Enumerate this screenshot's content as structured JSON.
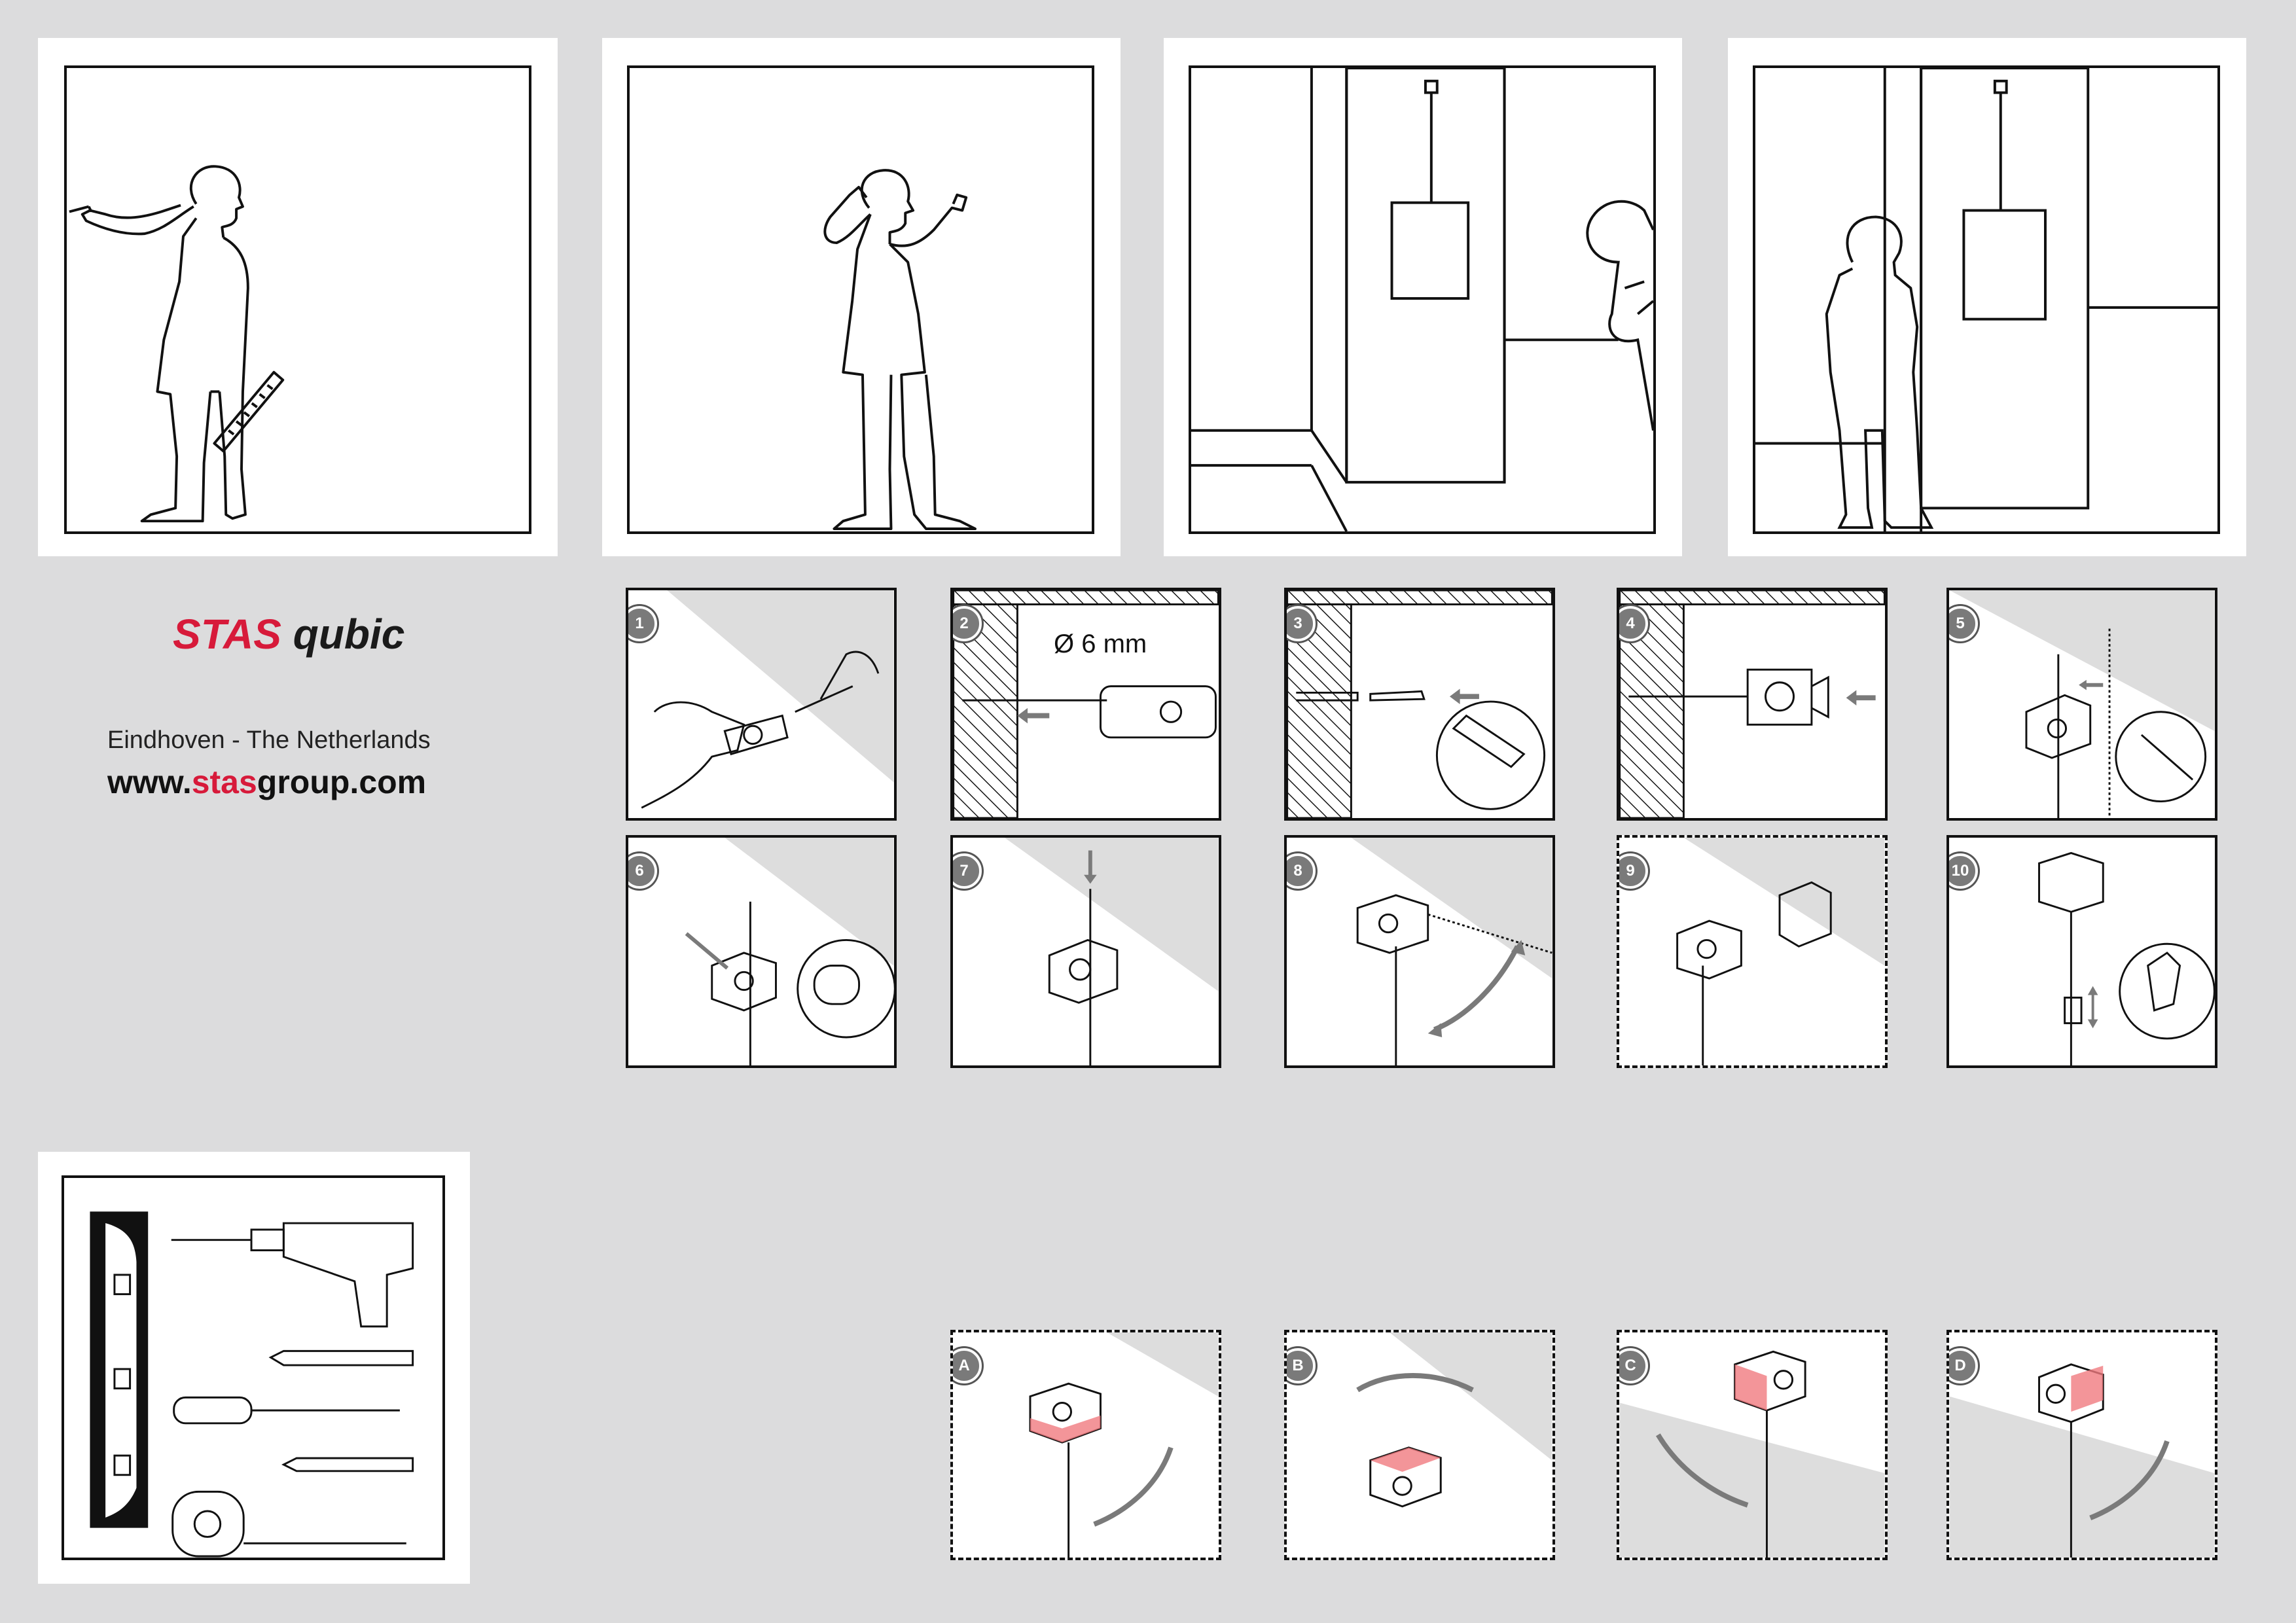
{
  "brand": {
    "name_part1": "STAS",
    "name_part2": "qubic"
  },
  "address": "Eindhoven - The Netherlands",
  "website": {
    "prefix": "www.",
    "highlight": "stas",
    "suffix": "group.com"
  },
  "steps": [
    {
      "label": "1"
    },
    {
      "label": "2"
    },
    {
      "label": "3"
    },
    {
      "label": "4"
    },
    {
      "label": "5"
    },
    {
      "label": "6"
    },
    {
      "label": "7"
    },
    {
      "label": "8"
    },
    {
      "label": "9"
    },
    {
      "label": "10"
    }
  ],
  "step2_note": "Ø 6 mm",
  "variants": [
    {
      "label": "A"
    },
    {
      "label": "B"
    },
    {
      "label": "C"
    },
    {
      "label": "D"
    }
  ],
  "colors": {
    "brand_red": "#d71a3a",
    "accent_pink": "#f07a80",
    "arrow_gray": "#7a7a7a"
  },
  "tools": [
    "spirit-level",
    "drill",
    "marker",
    "screwdriver",
    "pencil",
    "tape-measure"
  ]
}
